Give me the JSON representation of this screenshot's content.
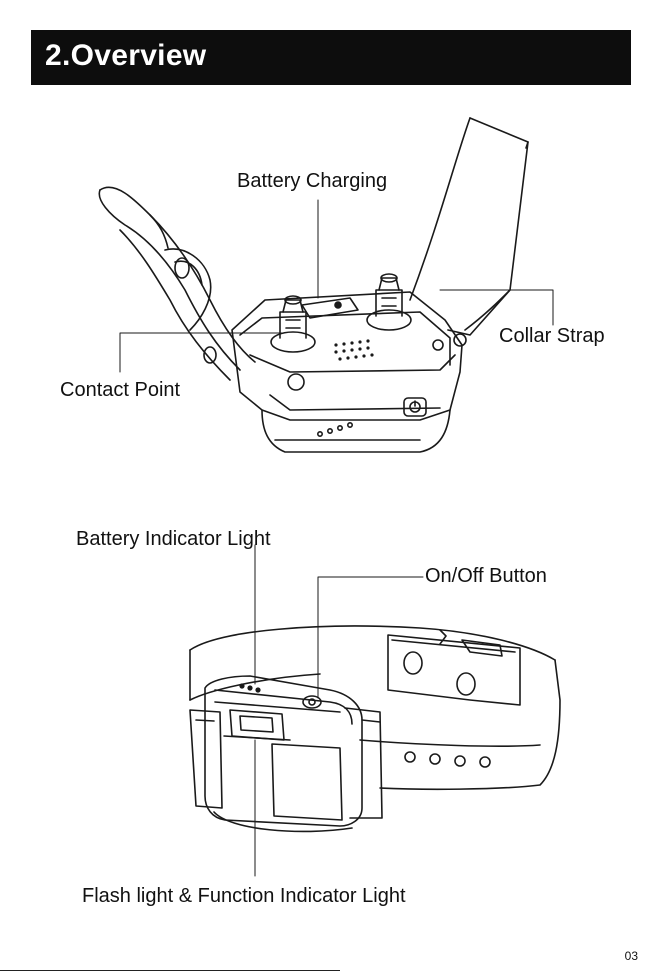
{
  "header": {
    "title": "2.Overview"
  },
  "figure_top": {
    "labels": {
      "battery_charging": "Battery Charging",
      "collar_strap": "Collar Strap",
      "contact_point": "Contact Point"
    }
  },
  "figure_bottom": {
    "labels": {
      "battery_indicator_light": "Battery Indicator Light",
      "on_off_button": "On/Off Button",
      "flash_light_function_indicator": "Flash light & Function Indicator Light"
    }
  },
  "footer": {
    "page_number": "03"
  }
}
